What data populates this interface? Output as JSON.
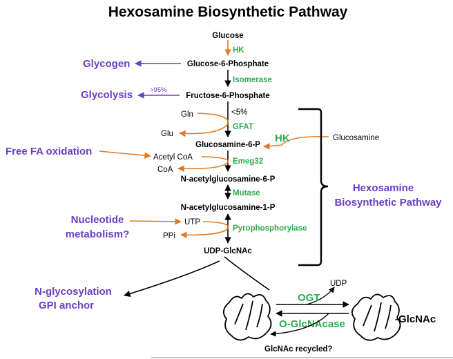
{
  "title": "Hexosamine Biosynthetic Pathway",
  "metabolites": {
    "glucose": "Glucose",
    "g6p": "Glucose-6-Phosphate",
    "f6p": "Fructose-6-Phosphate",
    "glcn6p": "Glucosamine-6-P",
    "glcnac6p": "N-acetylglucosamine-6-P",
    "glcnac1p": "N-acetylglucosamine-1-P",
    "udp_glcnac": "UDP-GlcNAc"
  },
  "enzymes": {
    "hk": "HK",
    "isomerase": "Isomerase",
    "gfat": "GFAT",
    "hk_salvage": "HK",
    "emeg32": "Emeg32",
    "mutase": "Mutase",
    "pyrophosphorylase": "Pyrophosphorylase",
    "ogt": "OGT",
    "oglcnacase": "O-GlcNAcase"
  },
  "cofactors": {
    "pct_low": "<5%",
    "gln": "Gln",
    "glu": "Glu",
    "acetyl_coa": "Acetyl CoA",
    "coa": "CoA",
    "utp": "UTP",
    "ppi": "PPi",
    "glucosamine": "Glucosamine",
    "udp": "UDP",
    "glcnac_recycled": "GlcNAc recycled?",
    "glcnac_mod": "-GlcNAc"
  },
  "side_pathways": {
    "glycogen": "Glycogen",
    "glycolysis": "Glycolysis",
    "pct_high": ">95%",
    "ffa": "Free FA oxidation",
    "nucleotide_1": "Nucleotide",
    "nucleotide_2": "metabolism?",
    "nglyc_1": "N-glycosylation",
    "nglyc_2": "GPI anchor",
    "hbp_1": "Hexosamine",
    "hbp_2": "Biosynthetic Pathway"
  },
  "colors": {
    "orange": "#e07a22",
    "purple": "#6a3fc4",
    "green": "#2eaa4f",
    "black": "#000000"
  }
}
